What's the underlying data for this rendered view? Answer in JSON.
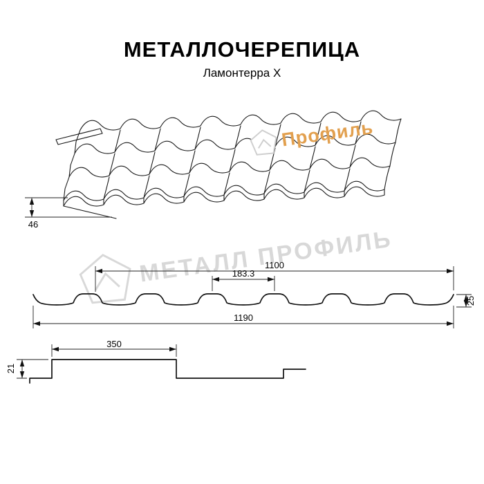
{
  "page": {
    "title": "МЕТАЛЛОЧЕРЕПИЦА",
    "subtitle": "Ламонтерра X"
  },
  "watermarks": {
    "middle": {
      "text": "МЕТАЛЛ ПРОФИЛЬ",
      "color": "#d8d8d8"
    },
    "top": {
      "text": "Профиль",
      "color": "#e2a04f"
    }
  },
  "dimensions": {
    "perspective_height": "46",
    "cover_width": "1100",
    "wave_step": "183.3",
    "profile_height": "25",
    "overall_width": "1190",
    "module_length": "350",
    "step_height": "21"
  }
}
